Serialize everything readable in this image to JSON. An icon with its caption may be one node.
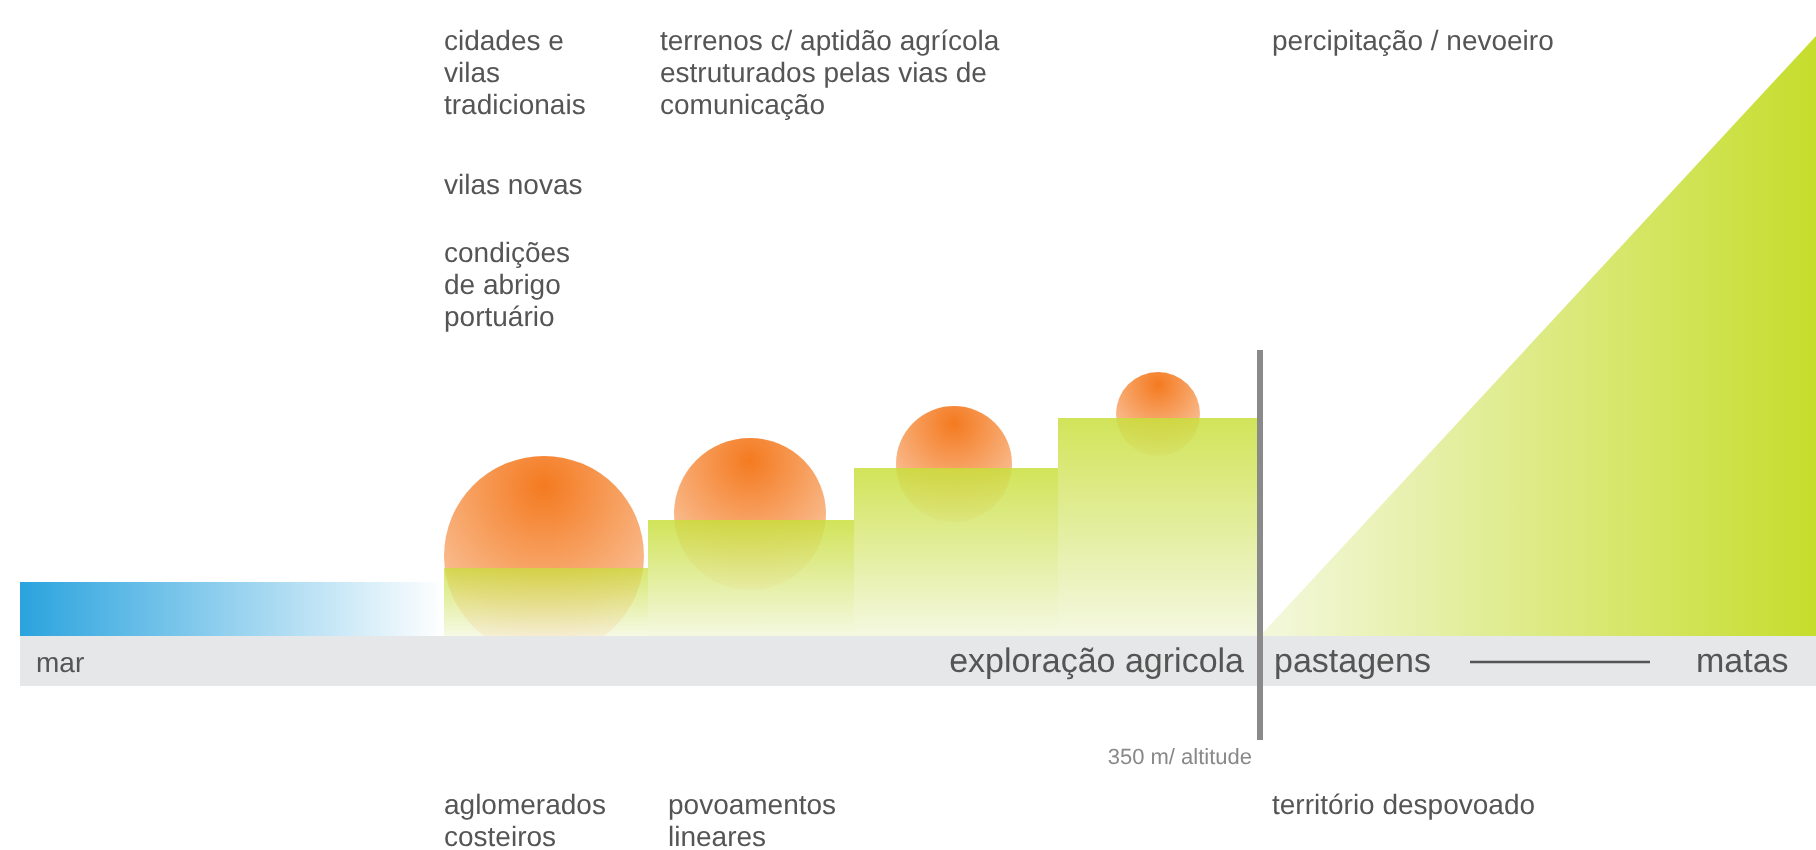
{
  "diagram": {
    "labels": [
      "cidades e vilas tradicionais",
      "terrenos c/ aptidão agrícola estruturados pelas vias de comunicação",
      "percipitação / nevoeiro",
      "vilas novas",
      "condições de abrigo portuário",
      "mar",
      "exploração agricola",
      "pastagens",
      "matas",
      "350 m/ altitude",
      "aglomerados costeiros",
      "povoamentos lineares",
      "território despovoado"
    ]
  }
}
